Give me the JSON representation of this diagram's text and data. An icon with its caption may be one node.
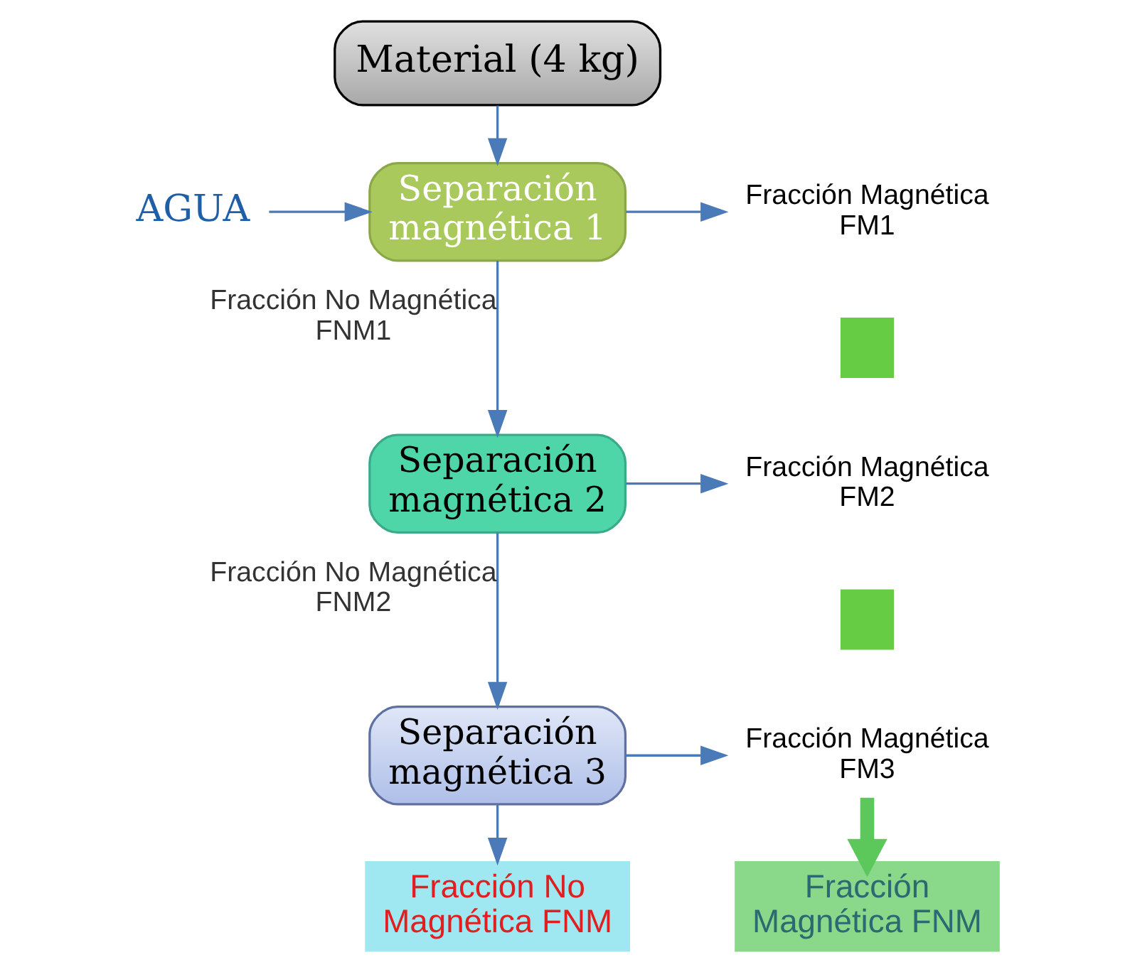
{
  "diagram": {
    "nodes": [
      {
        "text": [
          "Material (4 kg)"
        ]
      },
      {
        "text": [
          "AGUA"
        ]
      },
      {
        "text": [
          "Separación magnética 1"
        ]
      },
      {
        "text": [
          "Fracción Magnética FM1"
        ]
      },
      {
        "text": [],
        "shape": "cross"
      },
      {
        "text": [
          "Separación magnética 2"
        ]
      },
      {
        "text": [
          "Fracción Magnética FM2"
        ]
      },
      {
        "text": [],
        "shape": "cross"
      },
      {
        "text": [
          "Separación magnética 3"
        ]
      },
      {
        "text": [
          "Fracción Magnética FM3"
        ]
      },
      {
        "text": [
          "Fracción No Magnética FNM"
        ]
      },
      {
        "text": [
          "Fracción Magnética FNM"
        ]
      }
    ],
    "edges": [
      {
        "from": 0,
        "to": 2,
        "arrow": "to"
      },
      {
        "from": 1,
        "to": 2,
        "arrow": "to"
      },
      {
        "from": 2,
        "to": 3,
        "arrow": "to"
      },
      {
        "from": 2,
        "to": 5,
        "arrow": "to",
        "label": "Fracción No Magnética FNM1"
      },
      {
        "from": 5,
        "to": 6,
        "arrow": "to"
      },
      {
        "from": 5,
        "to": 8,
        "arrow": "to",
        "label": "Fracción No Magnética FNM2"
      },
      {
        "from": 8,
        "to": 9,
        "arrow": "to"
      },
      {
        "from": 8,
        "to": 10,
        "arrow": "to"
      },
      {
        "from": 9,
        "to": 11,
        "arrow": "to",
        "style": "thick",
        "color": "#5cc85c"
      }
    ]
  }
}
